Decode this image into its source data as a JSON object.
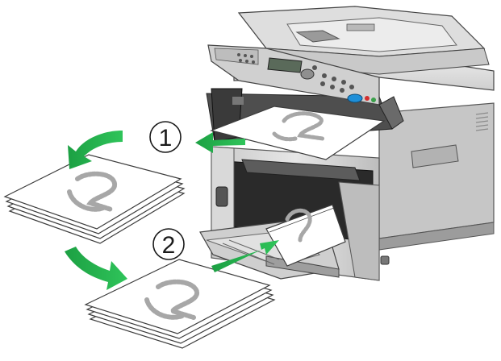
{
  "figure": {
    "steps": [
      {
        "number": "1"
      },
      {
        "number": "2"
      }
    ],
    "colors": {
      "arrow": "#22b24a",
      "printer_body": "#d4d4d4",
      "printer_dark": "#3a3a3a",
      "paper": "#ffffff",
      "paper_outline": "#3c3c3c",
      "digit_stroke": "#a7a7a7",
      "button_blue": "#1f8fd8"
    },
    "icons": [
      "curved-arrow-icon",
      "straight-arrow-icon",
      "printer-illustration"
    ]
  }
}
